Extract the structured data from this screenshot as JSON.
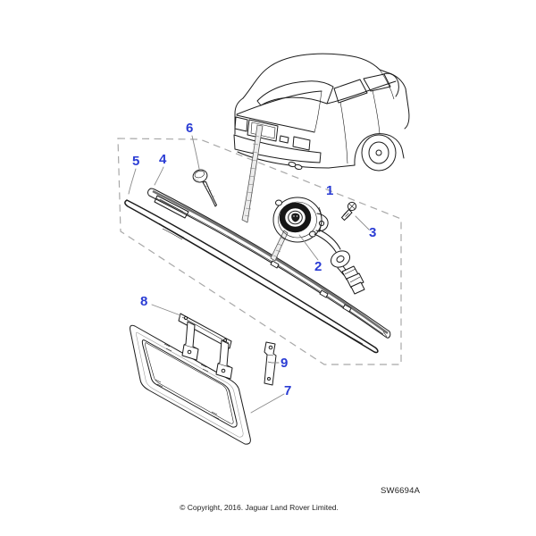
{
  "diagram": {
    "callouts": [
      {
        "label": "1"
      },
      {
        "label": "2"
      },
      {
        "label": "3"
      },
      {
        "label": "4"
      },
      {
        "label": "5"
      },
      {
        "label": "6"
      },
      {
        "label": "7"
      },
      {
        "label": "8"
      },
      {
        "label": "9"
      }
    ],
    "code": "SW6694A",
    "copyright": "© Copyright, 2016. Jaguar Land Rover Limited.",
    "colors": {
      "callout_blue": "#2a3cd4",
      "line_art": "#1c1c1c",
      "dashed_border": "#a8a8a8",
      "background": "#ffffff"
    }
  }
}
